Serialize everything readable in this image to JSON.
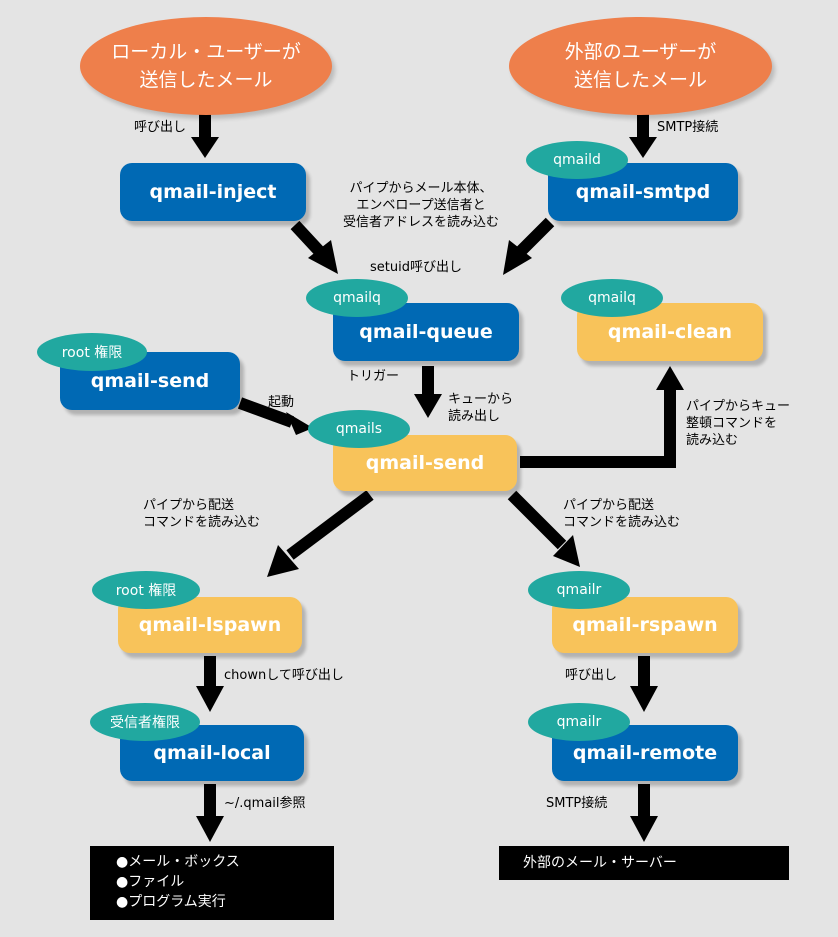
{
  "sources": {
    "local": [
      "ローカル・ユーザーが",
      "送信したメール"
    ],
    "remote": [
      "外部のユーザーが",
      "送信したメール"
    ]
  },
  "nodes": {
    "inject": "qmail-inject",
    "smtpd": "qmail-smtpd",
    "queue": "qmail-queue",
    "clean": "qmail-clean",
    "send_root": "qmail-send",
    "send": "qmail-send",
    "lspawn": "qmail-lspawn",
    "rspawn": "qmail-rspawn",
    "local": "qmail-local",
    "remote": "qmail-remote"
  },
  "badges": {
    "smtpd": "qmaild",
    "queue": "qmailq",
    "clean": "qmailq",
    "send_root": "root 権限",
    "send": "qmails",
    "lspawn": "root 権限",
    "rspawn": "qmailr",
    "local": "受信者権限",
    "remote": "qmailr"
  },
  "labels": {
    "call1": "呼び出し",
    "smtp1": "SMTP接続",
    "pipe_read": [
      "パイプからメール本体、",
      "エンベロープ送信者と",
      "受信者アドレスを読み込む"
    ],
    "setuid": "setuid呼び出し",
    "trigger": "トリガー",
    "queue_read": [
      "キューから",
      "読み出し"
    ],
    "start": "起動",
    "pipe_clean": [
      "パイプからキュー",
      "整頓コマンドを",
      "読み込む"
    ],
    "pipe_local": [
      "パイプから配送",
      "コマンドを読み込む"
    ],
    "pipe_remote": [
      "パイプから配送",
      "コマンドを読み込む"
    ],
    "chown": "chownして呼び出し",
    "call2": "呼び出し",
    "qmail_ref": "~/.qmail参照",
    "smtp2": "SMTP接続"
  },
  "outputs": {
    "local": [
      "●メール・ボックス",
      "●ファイル",
      "●プログラム実行"
    ],
    "remote": "外部のメール・サーバー"
  }
}
